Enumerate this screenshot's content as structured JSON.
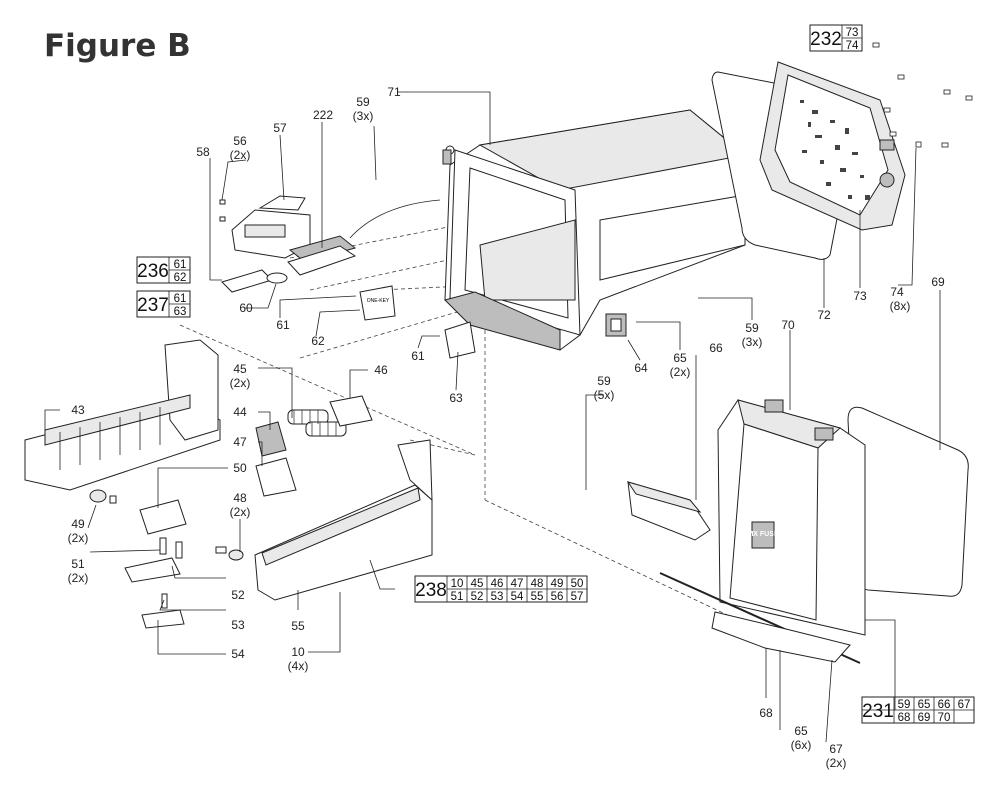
{
  "figure": {
    "title": "Figure B"
  },
  "callouts": {
    "c58": "58",
    "c56": "56",
    "c56q": "(2x)",
    "c57": "57",
    "c222": "222",
    "c59a": "59",
    "c59aq": "(3x)",
    "c71": "71",
    "c60": "60",
    "c61a": "61",
    "c62": "62",
    "c61b": "61",
    "c63": "63",
    "c64": "64",
    "c65a": "65",
    "c65aq": "(2x)",
    "c66": "66",
    "c59b": "59",
    "c59bq": "(3x)",
    "c70": "70",
    "c72": "72",
    "c73": "73",
    "c74": "74",
    "c74q": "(8x)",
    "c69": "69",
    "c59c": "59",
    "c59cq": "(5x)",
    "c43": "43",
    "c45": "45",
    "c45q": "(2x)",
    "c46": "46",
    "c44": "44",
    "c47": "47",
    "c50": "50",
    "c48": "48",
    "c48q": "(2x)",
    "c49": "49",
    "c49q": "(2x)",
    "c51": "51",
    "c51q": "(2x)",
    "c52": "52",
    "c53": "53",
    "c54": "54",
    "c55": "55",
    "c10": "10",
    "c10q": "(4x)",
    "c68": "68",
    "c65b": "65",
    "c65bq": "(6x)",
    "c67": "67",
    "c67q": "(2x)"
  },
  "kits": {
    "k232": {
      "main": "232",
      "items": [
        "73",
        "74"
      ]
    },
    "k236": {
      "main": "236",
      "items": [
        "61",
        "62"
      ]
    },
    "k237": {
      "main": "237",
      "items": [
        "61",
        "63"
      ]
    },
    "k238": {
      "main": "238",
      "items": [
        "10",
        "45",
        "46",
        "47",
        "48",
        "49",
        "50",
        "51",
        "52",
        "53",
        "54",
        "55",
        "56",
        "57"
      ]
    },
    "k231": {
      "main": "231",
      "items": [
        "59",
        "65",
        "66",
        "67",
        "68",
        "69",
        "70",
        ""
      ]
    }
  },
  "logos": {
    "front_panel": "MX FUSE",
    "small_plate": "ONE-KEY"
  }
}
